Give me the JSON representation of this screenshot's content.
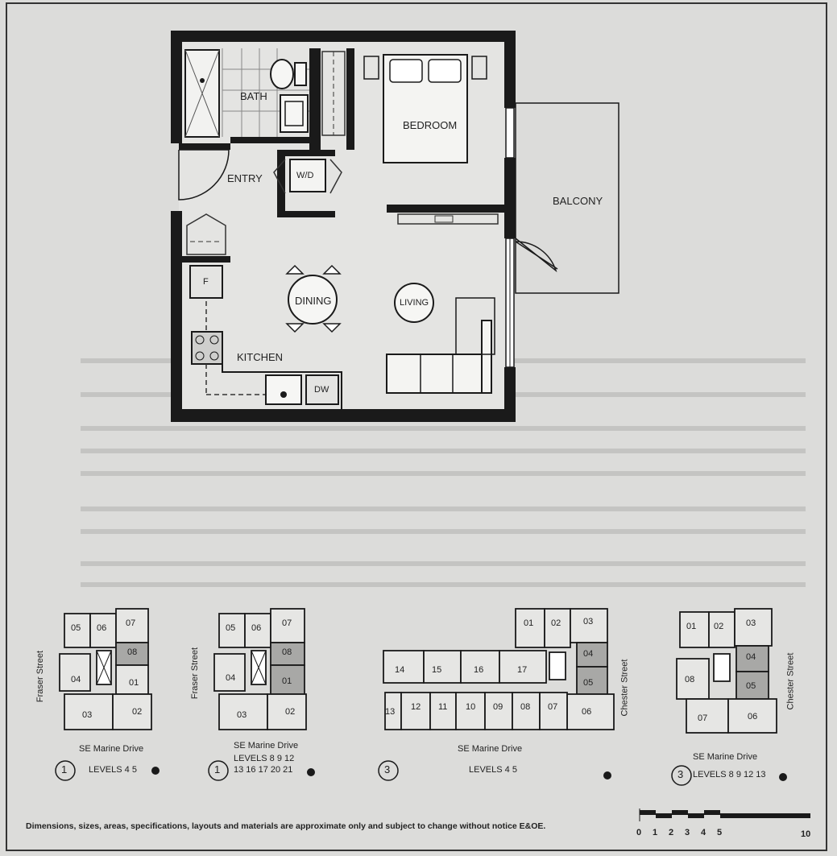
{
  "main_plan": {
    "rooms": {
      "bath": "BATH",
      "bedroom": "BEDROOM",
      "entry": "ENTRY",
      "wd": "W/D",
      "balcony": "BALCONY",
      "dining": "DINING",
      "living": "LIVING",
      "kitchen": "KITCHEN",
      "fridge": "F",
      "dishwasher": "DW"
    }
  },
  "keyplans": [
    {
      "units": [
        "05",
        "06",
        "07",
        "08",
        "04",
        "01",
        "03",
        "02"
      ],
      "street_left": "Fraser Street",
      "street_bottom": "SE Marine Drive",
      "building_no": "1",
      "levels_text": "LEVELS 4 5"
    },
    {
      "units": [
        "05",
        "06",
        "07",
        "08",
        "04",
        "01",
        "03",
        "02"
      ],
      "street_left": "Fraser Street",
      "street_bottom": "SE Marine Drive",
      "building_no": "1",
      "levels_line1": "LEVELS 8 9 12",
      "levels_line2": "13 16 17 20 21"
    },
    {
      "units": [
        "01",
        "02",
        "03",
        "14",
        "15",
        "16",
        "17",
        "04",
        "05",
        "13",
        "12",
        "11",
        "10",
        "09",
        "08",
        "07",
        "06"
      ],
      "street_right": "Chester Street",
      "street_bottom": "SE Marine Drive",
      "building_no": "3",
      "levels_text": "LEVELS 4 5"
    },
    {
      "units": [
        "01",
        "02",
        "03",
        "04",
        "08",
        "05",
        "07",
        "06"
      ],
      "street_right": "Chester Street",
      "street_bottom": "SE Marine Drive",
      "building_no": "3",
      "levels_text": "LEVELS 8 9 12 13"
    }
  ],
  "scale_bar": {
    "ticks": [
      "0",
      "1",
      "2",
      "3",
      "4",
      "5",
      "10"
    ]
  },
  "disclaimer": "Dimensions, sizes, areas, specifications, layouts and materials are approximate only and subject to change without notice E&OE.",
  "colors": {
    "paper": "#dcdcda",
    "ink": "#1a1a1a",
    "highlight": "#9a9a9a"
  },
  "icons": [
    "north-arrow-icon",
    "toilet-icon",
    "shower-icon",
    "stove-icon",
    "sink-icon",
    "bed-icon",
    "sofa-icon",
    "dining-table-icon"
  ]
}
